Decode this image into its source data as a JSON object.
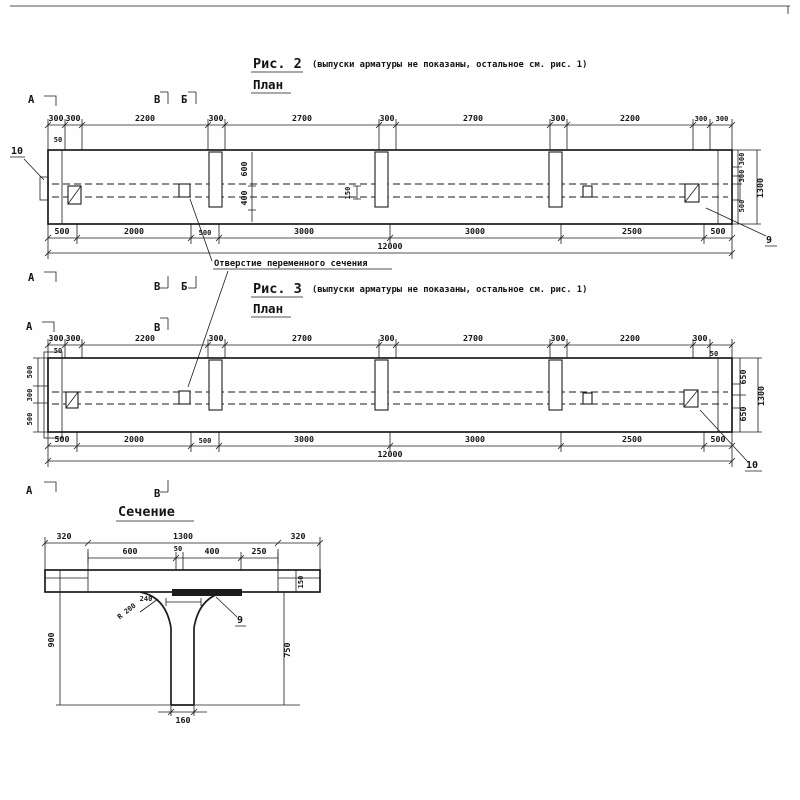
{
  "fig2": {
    "title": "Рис. 2",
    "note": "(выпуски арматуры не показаны, остальное  см. рис. 1)",
    "plan_label": "План",
    "top_dims": [
      "300",
      "300",
      "2200",
      "300",
      "2700",
      "300",
      "2700",
      "300",
      "2200",
      "300",
      "300"
    ],
    "dim_50": "50",
    "inner_dims": {
      "d600": "600",
      "d400": "400",
      "d150": "150"
    },
    "right_dims": [
      "300",
      "300",
      "500"
    ],
    "right_total": "1300",
    "bottom_dims": [
      "500",
      "2000",
      "500",
      "3000",
      "3000",
      "2500",
      "500"
    ],
    "total": "12000",
    "marker_a": "А",
    "marker_v": "В",
    "marker_b": "Б",
    "label_10": "10",
    "label_9": "9"
  },
  "hole_note": "Отверстие переменного сечения",
  "fig3": {
    "title": "Рис. 3",
    "note": "(выпуски арматуры не показаны, остальное  см. рис. 1)",
    "plan_label": "План",
    "top_dims": [
      "300",
      "300",
      "2200",
      "300",
      "2700",
      "300",
      "2700",
      "300",
      "2200",
      "300"
    ],
    "dim_50": "50",
    "left_dims": [
      "500",
      "300",
      "500"
    ],
    "right_dims": [
      "650",
      "650"
    ],
    "right_total": "1300",
    "bottom_dims": [
      "500",
      "2000",
      "500",
      "3000",
      "3000",
      "2500",
      "500"
    ],
    "total": "12000",
    "marker_a": "А",
    "marker_v": "В",
    "label_10": "10"
  },
  "section": {
    "title": "Сечение",
    "top_dims": [
      "320",
      "1300",
      "320"
    ],
    "sub_dims": [
      "600",
      "50",
      "400",
      "250"
    ],
    "dim_240": "240",
    "radius_label": "R 200",
    "label_9": "9",
    "dim_900": "900",
    "dim_150": "150",
    "dim_750": "750",
    "dim_160": "160"
  }
}
